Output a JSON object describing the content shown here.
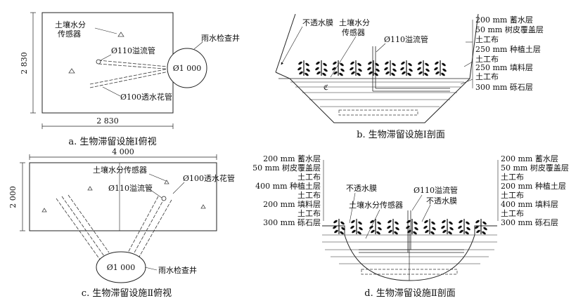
{
  "panel_a": {
    "caption": "a. 生物滞留设施Ⅰ俯视",
    "sensor_label_1": "土壤水分",
    "sensor_label_2": "传感器",
    "overflow_pipe": "Ø110溢流管",
    "perforated_pipe": "Ø100透水花管",
    "manhole_label": "雨水检查井",
    "manhole_diameter": "Ø1 000",
    "dim_width": "2 830",
    "dim_height": "2 830"
  },
  "panel_b": {
    "caption": "b. 生物滞留设施Ⅰ剖面",
    "impermeable": "不透水膜",
    "sensor_label_1": "土壤水分",
    "sensor_label_2": "传感器",
    "overflow_pipe": "Ø110溢流管",
    "layers": [
      "200 mm 蓄水层",
      "50 mm 树皮覆盖层",
      "土工布",
      "250 mm 种植土层",
      "土工布",
      "250 mm 填料层",
      "土工布",
      "300 mm 砾石层"
    ]
  },
  "panel_c": {
    "caption": "c. 生物滞留设施Ⅱ俯视",
    "dim_width": "4 000",
    "dim_height": "2 000",
    "sensor_label": "土壤水分传感器",
    "overflow_pipe": "Ø110溢流管",
    "perforated_pipe": "Ø100透水花管",
    "manhole_diameter": "Ø1 000",
    "manhole_label": "雨水检查井"
  },
  "panel_d": {
    "caption": "d. 生物滞留设施Ⅱ剖面",
    "impermeable_left": "不透水膜",
    "overflow_pipe": "Ø110溢流管",
    "sensor_label": "土壤水分传感器",
    "impermeable_right": "不透水膜",
    "layers_left": [
      "200 mm 蓄水层",
      "50 mm 树皮覆盖层",
      "土工布",
      "400 mm 种植土层",
      "土工布",
      "200 mm 填料层",
      "土工布",
      "300 mm 砾石层"
    ],
    "layers_right": [
      "200 mm 蓄水层",
      "50 mm 树皮覆盖层",
      "土工布",
      "200 mm 种植土层",
      "土工布",
      "400 mm 填料层",
      "土工布",
      "300 mm 砾石层"
    ]
  }
}
